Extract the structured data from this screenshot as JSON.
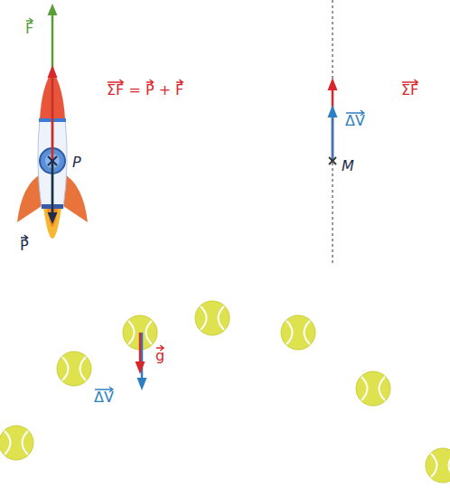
{
  "diagram": {
    "labels": [
      "F",
      "ΣF = P + F",
      "P",
      "P",
      "ΔV",
      "M",
      "ΣF",
      "g",
      "ΔV"
    ]
  }
}
